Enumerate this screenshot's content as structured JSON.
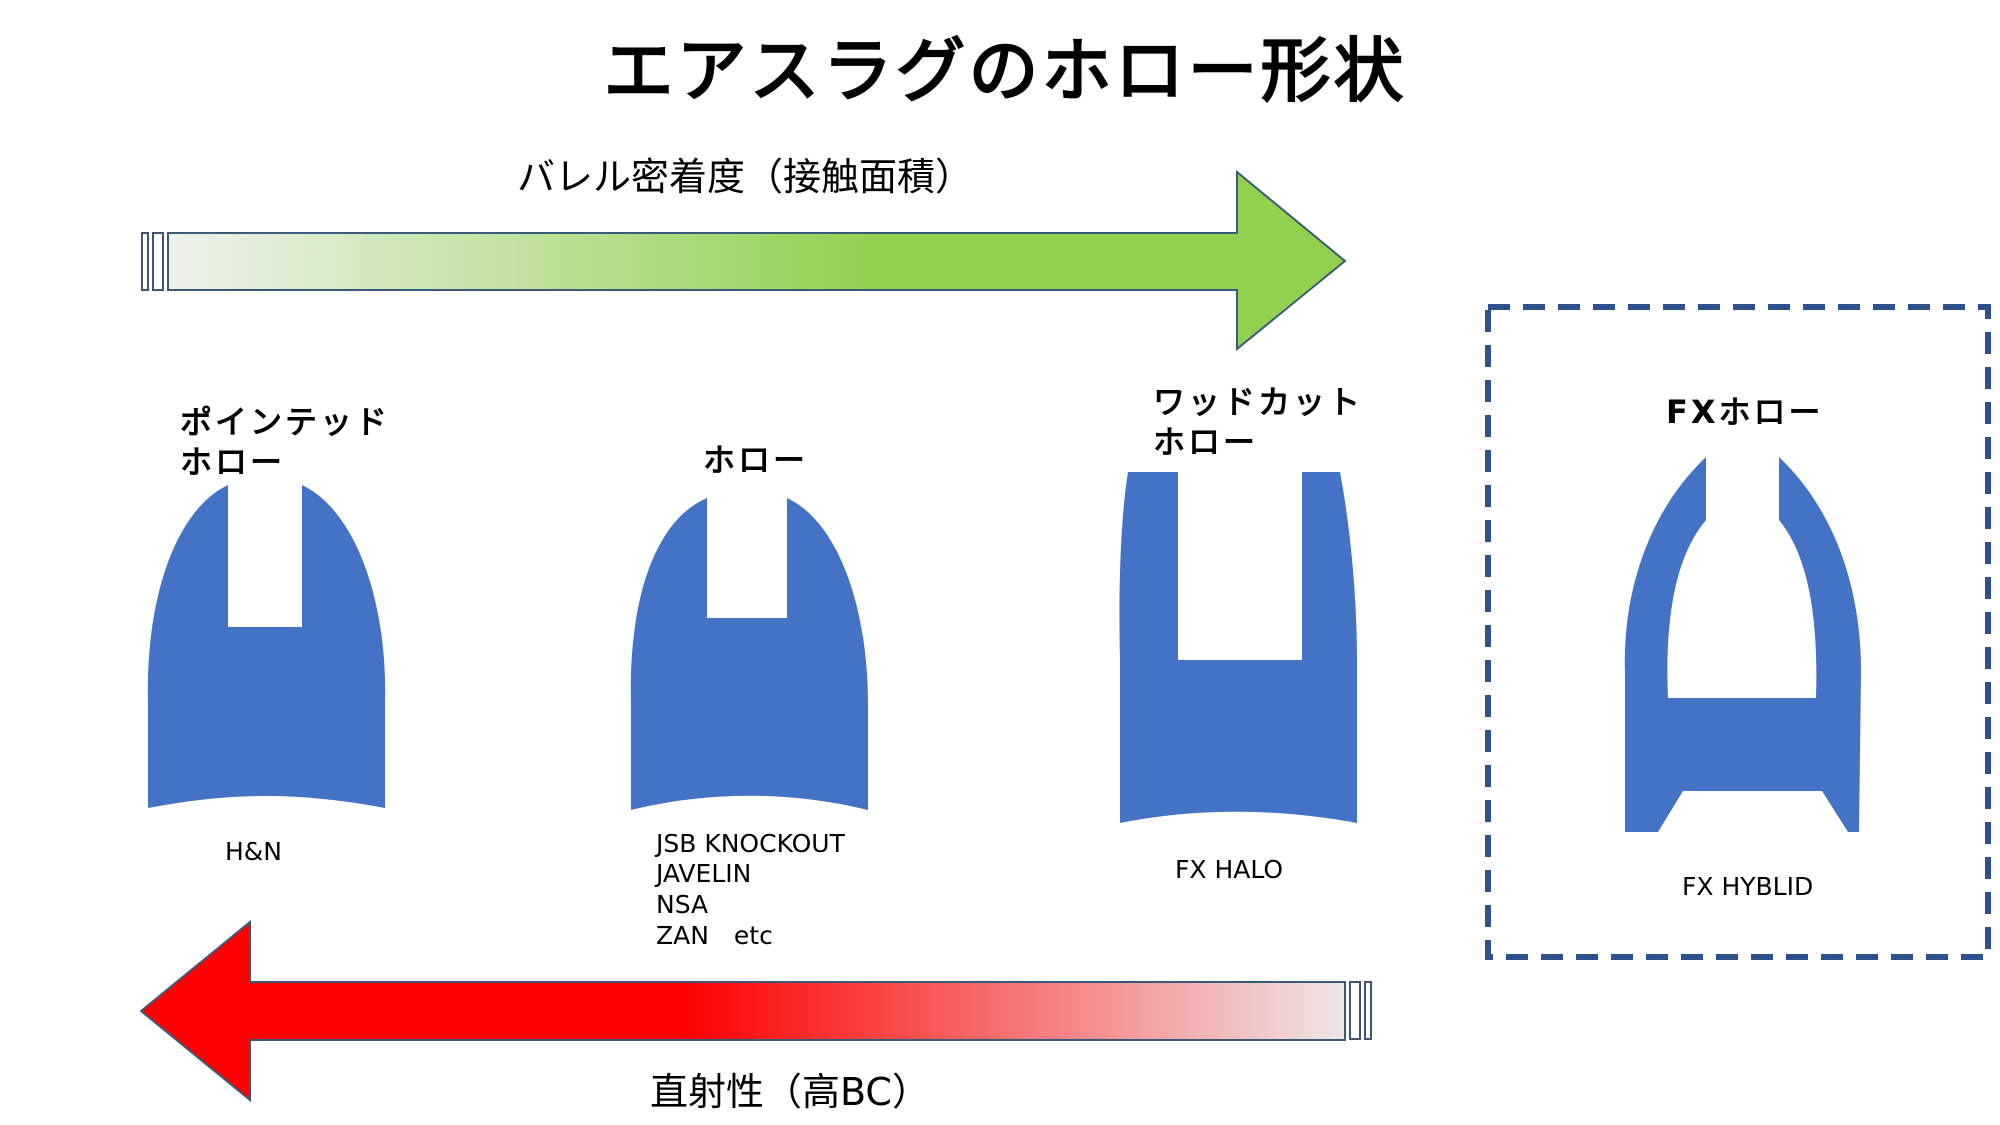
{
  "title": "エアスラグのホロー形状",
  "top_arrow": {
    "label": "バレル密着度（接触面積）",
    "gradient_from": "#eef2ec",
    "gradient_to": "#92d050"
  },
  "bottom_arrow": {
    "label": "直射性（高BC）",
    "gradient_from": "#ff0000",
    "gradient_to": "#eee6e6"
  },
  "shape_color": "#4472c4",
  "highlight_border_color": "#2f528f",
  "types": [
    {
      "name_line1": "ポインテッド",
      "name_line2": "ホロー",
      "products": [
        "H&N"
      ]
    },
    {
      "name_line1": "ホロー",
      "name_line2": "",
      "products": [
        "JSB KNOCKOUT",
        "JAVELIN",
        "NSA",
        "ZAN　etc"
      ]
    },
    {
      "name_line1": "ワッドカット",
      "name_line2": "ホロー",
      "products": [
        "FX HALO"
      ]
    },
    {
      "name_line1": "FXホロー",
      "name_line2": "",
      "products": [
        "FX HYBLID"
      ]
    }
  ]
}
